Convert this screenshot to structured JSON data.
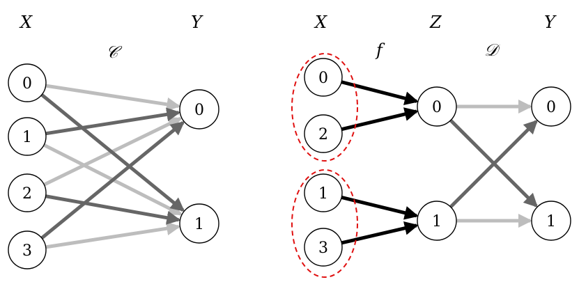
{
  "colors": {
    "dark": "#666666",
    "light": "#bdbdbd",
    "black": "#000000",
    "group_outline": "#e01010"
  },
  "left": {
    "input_label": "X",
    "output_label": "Y",
    "channel_label": "𝒞",
    "inputs": [
      "0",
      "1",
      "2",
      "3"
    ],
    "outputs": [
      "0",
      "1"
    ],
    "edges": [
      {
        "from": "0",
        "to": "0",
        "shade": "light"
      },
      {
        "from": "0",
        "to": "1",
        "shade": "dark"
      },
      {
        "from": "1",
        "to": "0",
        "shade": "dark"
      },
      {
        "from": "1",
        "to": "1",
        "shade": "light"
      },
      {
        "from": "2",
        "to": "0",
        "shade": "light"
      },
      {
        "from": "2",
        "to": "1",
        "shade": "dark"
      },
      {
        "from": "3",
        "to": "0",
        "shade": "dark"
      },
      {
        "from": "3",
        "to": "1",
        "shade": "light"
      }
    ]
  },
  "right": {
    "input_label": "X",
    "middle_label": "Z",
    "output_label": "Y",
    "map_label": "f",
    "channel_label": "𝒟",
    "inputs": [
      "0",
      "2",
      "1",
      "3"
    ],
    "middle": [
      "0",
      "1"
    ],
    "outputs": [
      "0",
      "1"
    ],
    "groups": [
      [
        "0",
        "2"
      ],
      [
        "1",
        "3"
      ]
    ],
    "map_edges": [
      {
        "from": "0",
        "to": "0"
      },
      {
        "from": "2",
        "to": "0"
      },
      {
        "from": "1",
        "to": "1"
      },
      {
        "from": "3",
        "to": "1"
      }
    ],
    "channel_edges": [
      {
        "from": "0",
        "to": "0",
        "shade": "light"
      },
      {
        "from": "0",
        "to": "1",
        "shade": "dark"
      },
      {
        "from": "1",
        "to": "0",
        "shade": "dark"
      },
      {
        "from": "1",
        "to": "1",
        "shade": "light"
      }
    ]
  }
}
